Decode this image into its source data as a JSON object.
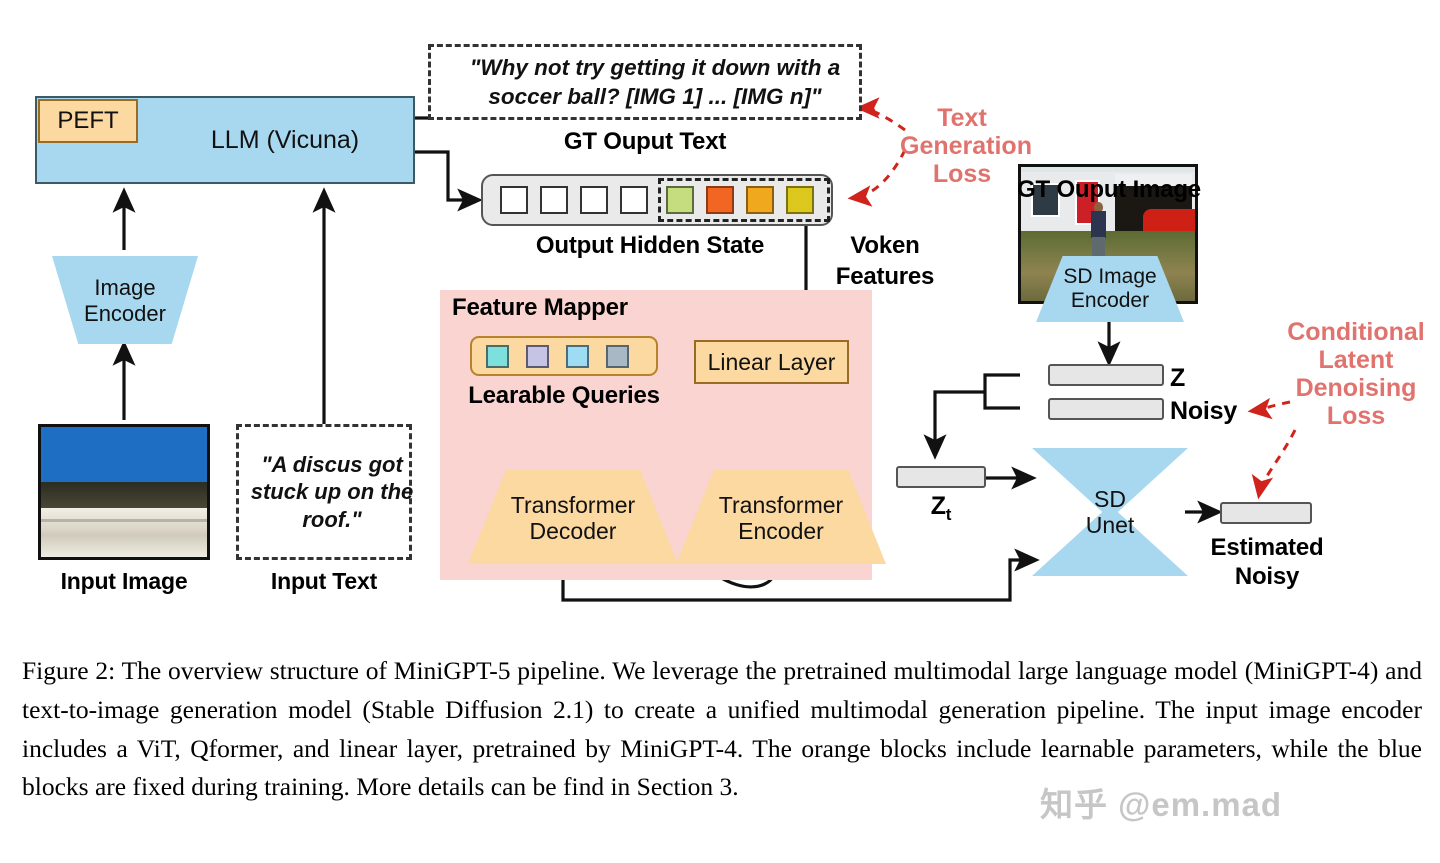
{
  "figure": {
    "blocks": {
      "peft": "PEFT",
      "llm": "LLM (Vicuna)",
      "image_encoder": "Image\nEncoder",
      "sd_image_encoder": "SD Image\nEncoder",
      "sd_unet": "SD\nUnet",
      "linear_layer": "Linear Layer",
      "transformer_decoder": "Transformer\nDecoder",
      "transformer_encoder": "Transformer\nEncoder"
    },
    "labels": {
      "input_image": "Input Image",
      "input_text": "Input Text",
      "gt_output_text": "GT Ouput Text",
      "gt_output_image": "GT Ouput Image",
      "output_hidden_state": "Output Hidden State",
      "voken_features": "Voken\nFeatures",
      "feature_mapper": "Feature Mapper",
      "learnable_queries": "Learable Queries",
      "z": "Z",
      "noisy": "Noisy",
      "zt": "Z",
      "zt_sub": "t",
      "estimated_noisy": "Estimated\nNoisy"
    },
    "texts": {
      "input_text_quote": "\"A discus got stuck up on the roof.\"",
      "gt_output_quote": "\"Why not try getting it down with a soccer ball? [IMG 1] ... [IMG n]\""
    },
    "losses": {
      "text_generation": "Text\nGeneration\nLoss",
      "conditional_denoising": "Conditional\nLatent\nDenoising\nLoss"
    },
    "colors": {
      "blue_block": "#a8d8ef",
      "orange_block": "#fcd9a0",
      "feature_mapper_panel": "#f9d4d1",
      "loss_text": "#e0736e",
      "gray_bar": "#e6e6e6"
    },
    "voken_squares": [
      "#c5dd7e",
      "#f26522",
      "#f0a81e",
      "#ddc81e"
    ],
    "hidden_state_empty_squares": 4,
    "learnable_query_squares": [
      "#7ee0dd",
      "#c6c4e4",
      "#9ddcf2",
      "#a8b8c4"
    ]
  },
  "caption": {
    "text": "Figure 2: The overview structure of MiniGPT-5 pipeline.  We leverage the pretrained multimodal large language model (MiniGPT-4) and text-to-image generation model (Stable Diffusion 2.1) to create a unified multimodal generation pipeline.  The input image encoder includes a ViT, Qformer, and linear layer, pretrained by MiniGPT-4.  The orange blocks include learnable parameters, while the blue blocks are fixed during training.  More details can be find in Section 3."
  },
  "watermark": {
    "text": "知乎 @em.mad"
  }
}
